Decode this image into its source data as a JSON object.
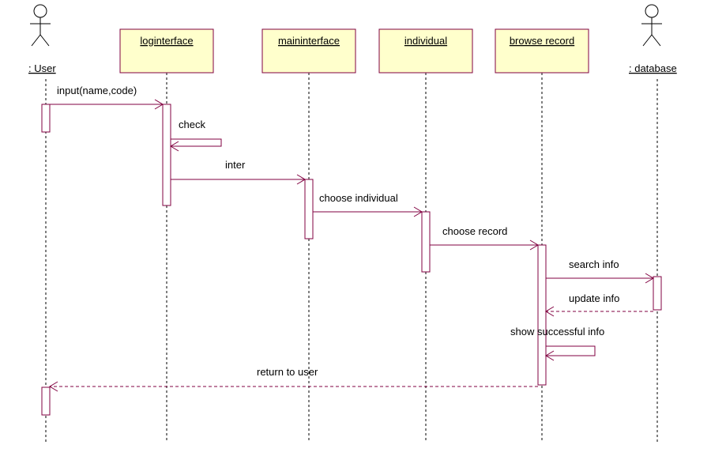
{
  "diagram": {
    "participants": [
      {
        "id": "user",
        "label": ": User",
        "kind": "actor"
      },
      {
        "id": "loginterface",
        "label": "loginterface",
        "kind": "object"
      },
      {
        "id": "maininterface",
        "label": "maininterface",
        "kind": "object"
      },
      {
        "id": "individual",
        "label": "individual",
        "kind": "object"
      },
      {
        "id": "browse",
        "label": "browse record",
        "kind": "object"
      },
      {
        "id": "database",
        "label": ": database",
        "kind": "actor"
      }
    ],
    "messages": [
      {
        "label": "input(name,code)",
        "from": "user",
        "to": "loginterface",
        "type": "sync"
      },
      {
        "label": "check",
        "from": "loginterface",
        "to": "loginterface",
        "type": "self"
      },
      {
        "label": "inter",
        "from": "loginterface",
        "to": "maininterface",
        "type": "sync"
      },
      {
        "label": "choose individual",
        "from": "maininterface",
        "to": "individual",
        "type": "sync"
      },
      {
        "label": "choose record",
        "from": "individual",
        "to": "browse",
        "type": "sync"
      },
      {
        "label": "search info",
        "from": "browse",
        "to": "database",
        "type": "sync"
      },
      {
        "label": "update info",
        "from": "database",
        "to": "browse",
        "type": "return"
      },
      {
        "label": "show successful info",
        "from": "browse",
        "to": "browse",
        "type": "self"
      },
      {
        "label": "return to user",
        "from": "browse",
        "to": "user",
        "type": "return"
      }
    ],
    "colors": {
      "object_fill": "#ffffcc",
      "line": "#800040",
      "lifeline": "#000000",
      "actor": "#000000"
    }
  }
}
